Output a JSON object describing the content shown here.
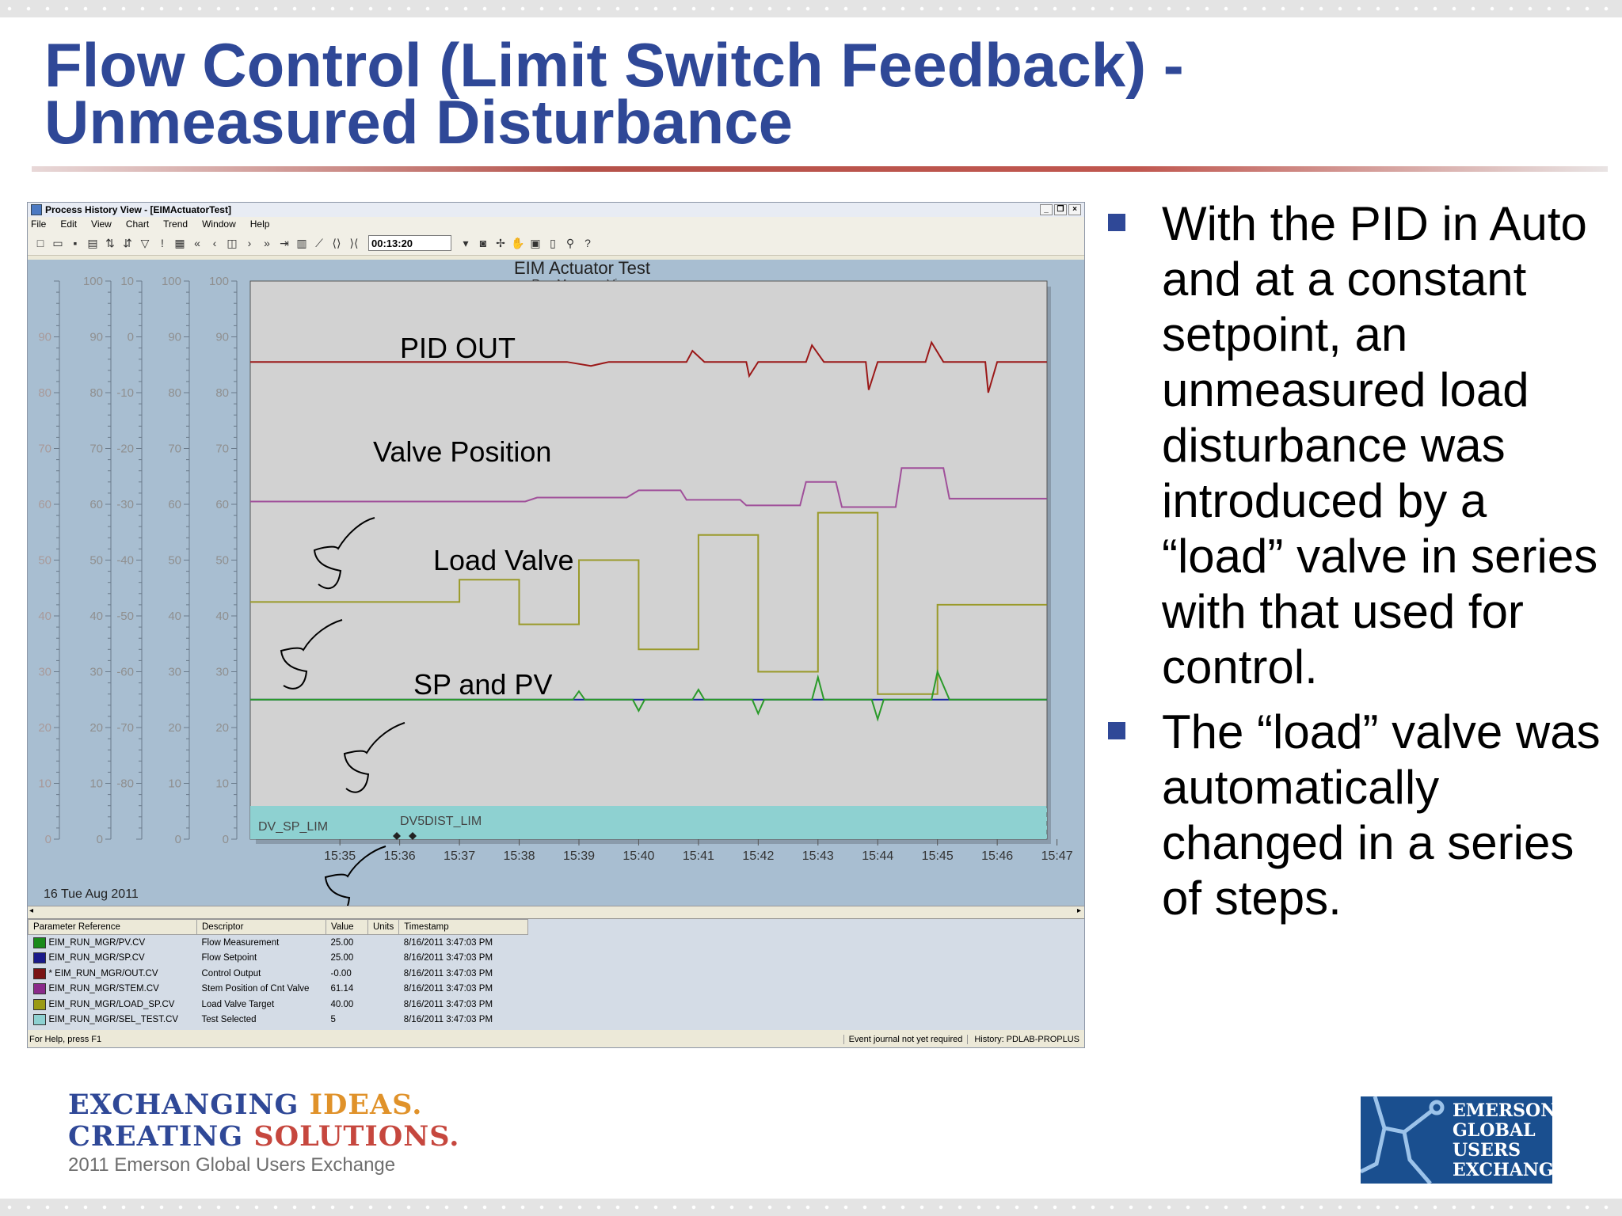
{
  "slide": {
    "title_line1": "Flow Control (Limit Switch Feedback) -",
    "title_line2": "Unmeasured Disturbance",
    "bullets": [
      "With the PID in Auto and at a constant setpoint, an unmeasured load disturbance was introduced by a “load” valve in series with that used for control.",
      "The “load” valve was automatically changed in a series of steps."
    ],
    "footer_line1_a": "EXCHANGING ",
    "footer_line1_b": "IDEAS.",
    "footer_line2_a": "CREATING ",
    "footer_line2_b": "SOLUTIONS.",
    "footer_sub": "2011 Emerson Global Users Exchange",
    "logo_lines": [
      "EMERSON",
      "GLOBAL",
      "USERS",
      "EXCHANGE"
    ]
  },
  "window": {
    "title": "Process History View - [EIMActuatorTest]",
    "menu": [
      "File",
      "Edit",
      "View",
      "Chart",
      "Trend",
      "Window",
      "Help"
    ],
    "time_field": "00:13:20",
    "status_help": "For Help, press F1",
    "status_event": "Event journal not yet required",
    "status_history": "History: PDLAB-PROPLUS"
  },
  "colors": {
    "pid_out": "#9b1818",
    "valve_position": "#a0509a",
    "load_valve": "#9a9a2a",
    "sp": "#1a2aa0",
    "pv": "#2a9a2a",
    "title_blue": "#2f4897",
    "event_band": "#8ed1d1"
  },
  "chart_data": {
    "type": "line",
    "title": "EIM Actuator Test",
    "subtitle": "Run Manager View",
    "date_label": "16 Tue Aug 2011",
    "x_ticks": [
      "15:35",
      "15:36",
      "15:37",
      "15:38",
      "15:39",
      "15:40",
      "15:41",
      "15:42",
      "15:43",
      "15:44",
      "15:45",
      "15:46",
      "15:47"
    ],
    "x_range": [
      "15:33:30",
      "15:46:50"
    ],
    "y_axes": [
      {
        "ticks": [
          "0",
          "10",
          "20",
          "30",
          "40",
          "50",
          "60",
          "70",
          "80",
          "90"
        ],
        "range": [
          0,
          100
        ]
      },
      {
        "ticks": [
          "0",
          "10",
          "20",
          "30",
          "40",
          "50",
          "60",
          "70",
          "80",
          "90",
          "100"
        ],
        "range": [
          0,
          100
        ]
      },
      {
        "ticks": [
          "10",
          "0",
          "-10",
          "-20",
          "-30",
          "-40",
          "-50",
          "-60",
          "-70",
          "-80"
        ],
        "range": [
          -90,
          10
        ]
      },
      {
        "ticks": [
          "0",
          "10",
          "20",
          "30",
          "40",
          "50",
          "60",
          "70",
          "80",
          "90",
          "100"
        ],
        "range": [
          0,
          100
        ]
      },
      {
        "ticks": [
          "0",
          "10",
          "20",
          "30",
          "40",
          "50",
          "60",
          "70",
          "80",
          "90",
          "100"
        ],
        "range": [
          0,
          100
        ]
      }
    ],
    "annotations": [
      "PID OUT",
      "Valve Position",
      "Load Valve",
      "SP and PV"
    ],
    "event_labels": [
      "DV_SP_LIM",
      "DV5DIST_LIM"
    ],
    "series": [
      {
        "name": "PID OUT",
        "values": [
          [
            0,
            85.5
          ],
          [
            5.3,
            85.5
          ],
          [
            5.7,
            84.8
          ],
          [
            6.0,
            85.5
          ],
          [
            7.3,
            85.5
          ],
          [
            7.4,
            87.5
          ],
          [
            7.6,
            85.5
          ],
          [
            8.3,
            85.5
          ],
          [
            8.35,
            83
          ],
          [
            8.5,
            85.5
          ],
          [
            9.3,
            85.5
          ],
          [
            9.4,
            88.5
          ],
          [
            9.6,
            85.5
          ],
          [
            10.3,
            85.5
          ],
          [
            10.35,
            80.5
          ],
          [
            10.5,
            85.5
          ],
          [
            11.3,
            85.5
          ],
          [
            11.4,
            89
          ],
          [
            11.6,
            85.5
          ],
          [
            12.3,
            85.5
          ],
          [
            12.35,
            80
          ],
          [
            12.5,
            85.5
          ],
          [
            13.33,
            85.5
          ]
        ]
      },
      {
        "name": "Valve Position",
        "values": [
          [
            0,
            60.5
          ],
          [
            4.6,
            60.5
          ],
          [
            4.8,
            61.2
          ],
          [
            6.3,
            61.2
          ],
          [
            6.5,
            62.5
          ],
          [
            7.2,
            62.5
          ],
          [
            7.3,
            60.8
          ],
          [
            8.2,
            60.8
          ],
          [
            8.3,
            59.8
          ],
          [
            9.2,
            59.8
          ],
          [
            9.3,
            64
          ],
          [
            9.8,
            64
          ],
          [
            9.9,
            59.5
          ],
          [
            10.8,
            59.5
          ],
          [
            10.9,
            66.5
          ],
          [
            11.6,
            66.5
          ],
          [
            11.7,
            61
          ],
          [
            13.33,
            61
          ]
        ]
      },
      {
        "name": "Load Valve",
        "values": [
          [
            0,
            42.5
          ],
          [
            3.5,
            42.5
          ],
          [
            3.5,
            46.5
          ],
          [
            4.5,
            46.5
          ],
          [
            4.5,
            38.5
          ],
          [
            5.5,
            38.5
          ],
          [
            5.5,
            50
          ],
          [
            6.5,
            50
          ],
          [
            6.5,
            34
          ],
          [
            7.5,
            34
          ],
          [
            7.5,
            54.5
          ],
          [
            8.5,
            54.5
          ],
          [
            8.5,
            30
          ],
          [
            9.5,
            30
          ],
          [
            9.5,
            58.5
          ],
          [
            10.5,
            58.5
          ],
          [
            10.5,
            26
          ],
          [
            11.5,
            26
          ],
          [
            11.5,
            42
          ],
          [
            13.33,
            42
          ]
        ]
      },
      {
        "name": "SP",
        "values": [
          [
            0,
            25
          ],
          [
            13.33,
            25
          ]
        ]
      },
      {
        "name": "PV",
        "values": [
          [
            0,
            25
          ],
          [
            5.4,
            25
          ],
          [
            5.5,
            26.5
          ],
          [
            5.6,
            25
          ],
          [
            6.4,
            25
          ],
          [
            6.5,
            23
          ],
          [
            6.6,
            25
          ],
          [
            7.4,
            25
          ],
          [
            7.5,
            26.8
          ],
          [
            7.6,
            25
          ],
          [
            8.4,
            25
          ],
          [
            8.5,
            22.5
          ],
          [
            8.6,
            25
          ],
          [
            9.4,
            25
          ],
          [
            9.5,
            29
          ],
          [
            9.6,
            25
          ],
          [
            10.4,
            25
          ],
          [
            10.5,
            21.5
          ],
          [
            10.6,
            25
          ],
          [
            11.4,
            25
          ],
          [
            11.5,
            30
          ],
          [
            11.7,
            25
          ],
          [
            13.33,
            25
          ]
        ]
      }
    ]
  },
  "grid": {
    "columns": [
      "Parameter Reference",
      "Descriptor",
      "Value",
      "Units",
      "Timestamp"
    ],
    "rows": [
      {
        "ref": "EIM_RUN_MGR/PV.CV",
        "desc": "Flow Measurement",
        "value": "25.00",
        "units": "",
        "ts": "8/16/2011 3:47:03 PM",
        "color": "#1a8a1a"
      },
      {
        "ref": "EIM_RUN_MGR/SP.CV",
        "desc": "Flow Setpoint",
        "value": "25.00",
        "units": "",
        "ts": "8/16/2011 3:47:03 PM",
        "color": "#1a1a8a"
      },
      {
        "ref": "* EIM_RUN_MGR/OUT.CV",
        "desc": "Control Output",
        "value": "-0.00",
        "units": "",
        "ts": "8/16/2011 3:47:03 PM",
        "color": "#7a1414"
      },
      {
        "ref": "EIM_RUN_MGR/STEM.CV",
        "desc": "Stem Position of Cnt Valve",
        "value": "61.14",
        "units": "",
        "ts": "8/16/2011 3:47:03 PM",
        "color": "#8a2a8a"
      },
      {
        "ref": "EIM_RUN_MGR/LOAD_SP.CV",
        "desc": "Load Valve Target",
        "value": "40.00",
        "units": "",
        "ts": "8/16/2011 3:47:03 PM",
        "color": "#9a9a14"
      },
      {
        "ref": "EIM_RUN_MGR/SEL_TEST.CV",
        "desc": "Test Selected",
        "value": "5",
        "units": "",
        "ts": "8/16/2011 3:47:03 PM",
        "color": "#8ed1d1"
      }
    ]
  }
}
